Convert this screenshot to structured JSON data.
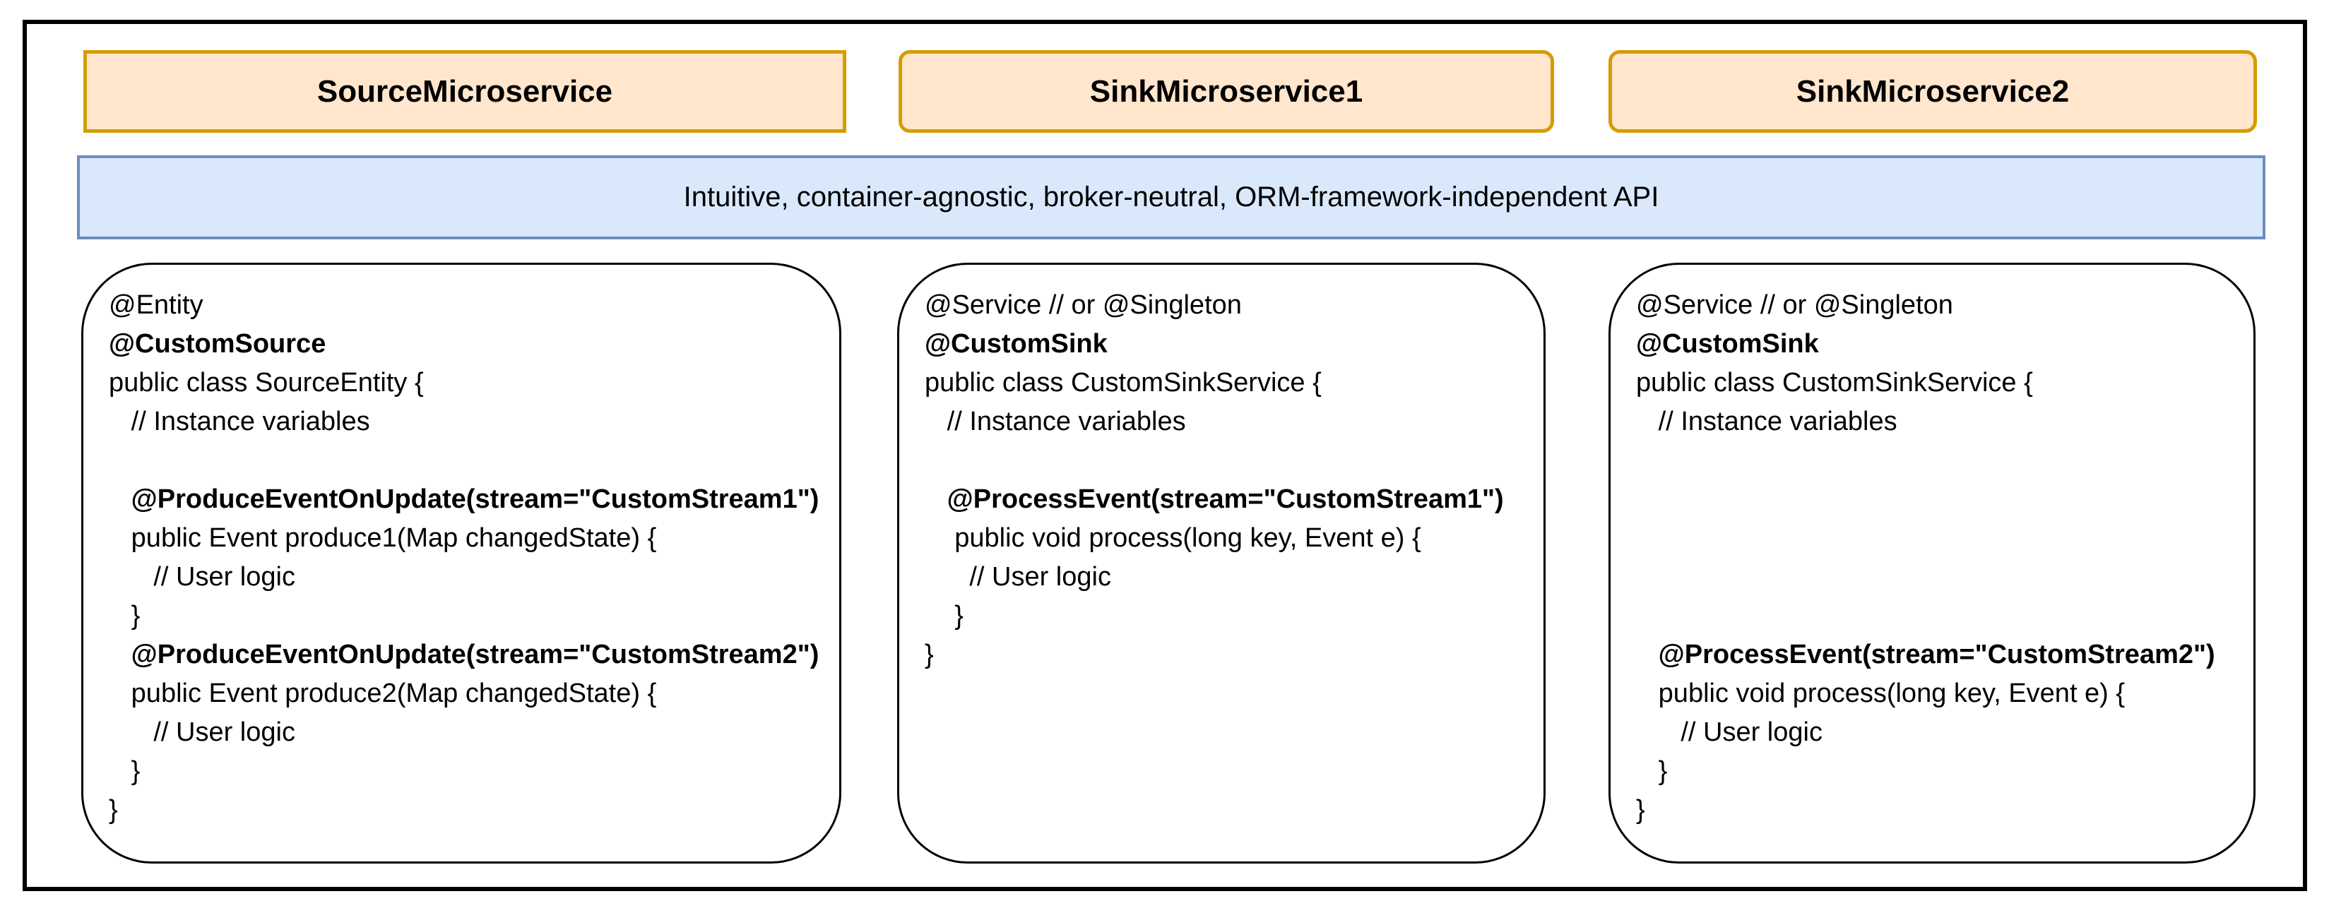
{
  "colors": {
    "header_fill": "#FFE6CC",
    "header_border": "#D79B00",
    "banner_fill": "#DAE8FC",
    "banner_border": "#6C8EBF",
    "box_border": "#000000",
    "frame_border": "#000000",
    "text_color": "#000000"
  },
  "headers": [
    {
      "label": "SourceMicroservice"
    },
    {
      "label": "SinkMicroservice1"
    },
    {
      "label": "SinkMicroservice2"
    }
  ],
  "api_banner": {
    "text": "Intuitive, container-agnostic, broker-neutral, ORM-framework-independent API"
  },
  "code_boxes": [
    {
      "service": "SourceMicroservice",
      "lines": [
        {
          "text": "@Entity",
          "bold": false
        },
        {
          "text": "@CustomSource",
          "bold": true
        },
        {
          "text": "public class SourceEntity {",
          "bold": false
        },
        {
          "text": "   // Instance variables",
          "bold": false
        },
        {
          "text": "",
          "bold": false
        },
        {
          "text": "   @ProduceEventOnUpdate(stream=\"CustomStream1\")",
          "bold": true
        },
        {
          "text": "   public Event produce1(Map changedState) {",
          "bold": false
        },
        {
          "text": "      // User logic",
          "bold": false
        },
        {
          "text": "   }",
          "bold": false
        },
        {
          "text": "   @ProduceEventOnUpdate(stream=\"CustomStream2\")",
          "bold": true
        },
        {
          "text": "   public Event produce2(Map changedState) {",
          "bold": false
        },
        {
          "text": "      // User logic",
          "bold": false
        },
        {
          "text": "   }",
          "bold": false
        },
        {
          "text": "}",
          "bold": false
        }
      ]
    },
    {
      "service": "SinkMicroservice1",
      "lines": [
        {
          "text": "@Service // or @Singleton",
          "bold": false
        },
        {
          "text": "@CustomSink",
          "bold": true
        },
        {
          "text": "public class CustomSinkService {",
          "bold": false
        },
        {
          "text": "   // Instance variables",
          "bold": false
        },
        {
          "text": "",
          "bold": false
        },
        {
          "text": "   @ProcessEvent(stream=\"CustomStream1\")",
          "bold": true
        },
        {
          "text": "    public void process(long key, Event e) {",
          "bold": false
        },
        {
          "text": "      // User logic",
          "bold": false
        },
        {
          "text": "    }",
          "bold": false
        },
        {
          "text": "}",
          "bold": false
        }
      ]
    },
    {
      "service": "SinkMicroservice2",
      "lines": [
        {
          "text": "@Service // or @Singleton",
          "bold": false
        },
        {
          "text": "@CustomSink",
          "bold": true
        },
        {
          "text": "public class CustomSinkService {",
          "bold": false
        },
        {
          "text": "   // Instance variables",
          "bold": false
        },
        {
          "text": "",
          "bold": false
        },
        {
          "text": "",
          "bold": false
        },
        {
          "text": "",
          "bold": false
        },
        {
          "text": "",
          "bold": false
        },
        {
          "text": "",
          "bold": false
        },
        {
          "text": "   @ProcessEvent(stream=\"CustomStream2\")",
          "bold": true
        },
        {
          "text": "   public void process(long key, Event e) {",
          "bold": false
        },
        {
          "text": "      // User logic",
          "bold": false
        },
        {
          "text": "   }",
          "bold": false
        },
        {
          "text": "}",
          "bold": false
        }
      ]
    }
  ]
}
